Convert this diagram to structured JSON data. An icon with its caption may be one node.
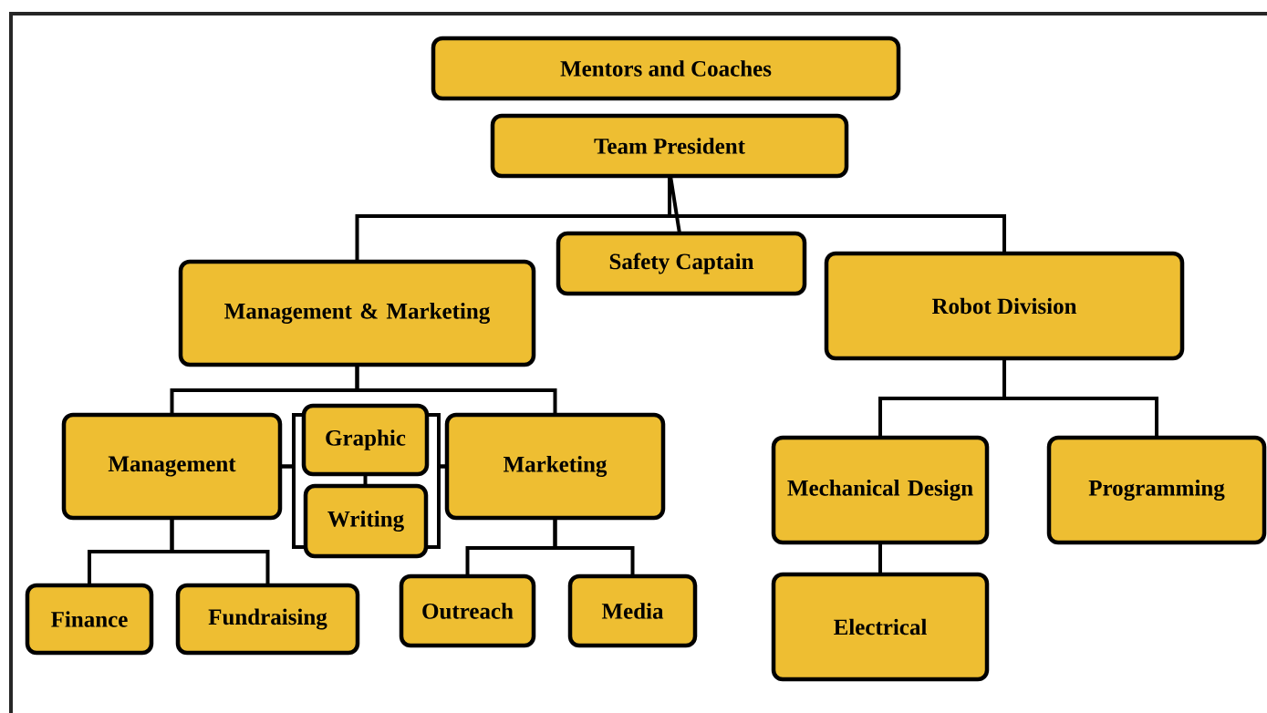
{
  "diagram": {
    "nodes": [
      {
        "text": [
          "Mentors and Coaches"
        ]
      },
      {
        "text": [
          "Team President"
        ]
      },
      {
        "text": [
          "Management & Marketing"
        ]
      },
      {
        "text": [
          "Safety Captain"
        ]
      },
      {
        "text": [
          "Robot Division"
        ]
      },
      {
        "text": [
          "Management"
        ]
      },
      {
        "text": [
          "Graphic"
        ]
      },
      {
        "text": [
          "Writing"
        ]
      },
      {
        "text": [
          "Marketing"
        ]
      },
      {
        "text": [
          "Finance"
        ]
      },
      {
        "text": [
          "Fundraising"
        ]
      },
      {
        "text": [
          "Outreach"
        ]
      },
      {
        "text": [
          "Media"
        ]
      },
      {
        "text": [
          "Mechanical Design"
        ]
      },
      {
        "text": [
          "Programming"
        ]
      },
      {
        "text": [
          "Electrical"
        ]
      }
    ],
    "edges": [
      {
        "from": 1,
        "to": 2,
        "arrow": "none"
      },
      {
        "from": 1,
        "to": 3,
        "arrow": "none"
      },
      {
        "from": 1,
        "to": 4,
        "arrow": "none"
      },
      {
        "from": 2,
        "to": 5,
        "arrow": "none"
      },
      {
        "from": 2,
        "to": 8,
        "arrow": "none"
      },
      {
        "from": 5,
        "to": 6,
        "arrow": "none"
      },
      {
        "from": 5,
        "to": 7,
        "arrow": "none"
      },
      {
        "from": 8,
        "to": 6,
        "arrow": "none"
      },
      {
        "from": 8,
        "to": 7,
        "arrow": "none"
      },
      {
        "from": 6,
        "to": 7,
        "arrow": "none"
      },
      {
        "from": 5,
        "to": 9,
        "arrow": "none"
      },
      {
        "from": 5,
        "to": 10,
        "arrow": "none"
      },
      {
        "from": 8,
        "to": 11,
        "arrow": "none"
      },
      {
        "from": 8,
        "to": 12,
        "arrow": "none"
      },
      {
        "from": 4,
        "to": 13,
        "arrow": "none"
      },
      {
        "from": 4,
        "to": 14,
        "arrow": "none"
      },
      {
        "from": 13,
        "to": 15,
        "arrow": "none"
      }
    ]
  }
}
